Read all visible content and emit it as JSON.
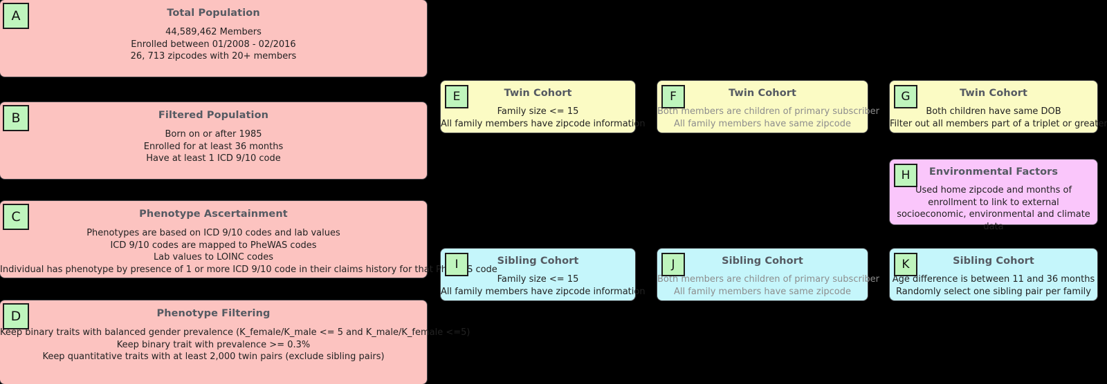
{
  "diagram": {
    "background_color": "#000000",
    "badge_color": "#bff5bd",
    "title_color": "#555a62",
    "muted_text_color": "#8d8d8d"
  },
  "panels": [
    {
      "key": "A",
      "badge": "A",
      "title": "Total Population",
      "color": "#fcc3c0",
      "color_name": "pink",
      "muted": false,
      "lines": [
        "44,589,462 Members",
        "Enrolled between 01/2008 - 02/2016",
        "26, 713 zipcodes with 20+ members"
      ]
    },
    {
      "key": "B",
      "badge": "B",
      "title": "Filtered Population",
      "color": "#fcc3c0",
      "color_name": "pink",
      "muted": false,
      "lines": [
        "Born on or after 1985",
        "Enrolled for at least 36 months",
        "Have at least 1 ICD 9/10 code"
      ]
    },
    {
      "key": "C",
      "badge": "C",
      "title": "Phenotype Ascertainment",
      "color": "#fcc3c0",
      "color_name": "pink",
      "muted": false,
      "lines": [
        "Phenotypes are based on ICD 9/10 codes and lab values",
        "ICD 9/10 codes are mapped to PheWAS codes",
        "Lab values to LOINC codes",
        "Individual has phenotype by presence of 1 or more ICD 9/10 code in their claims history for that PheWAS code"
      ]
    },
    {
      "key": "D",
      "badge": "D",
      "title": "Phenotype Filtering",
      "color": "#fcc3c0",
      "color_name": "pink",
      "muted": false,
      "lines": [
        "Keep binary traits with balanced gender prevalence (K_female/K_male <= 5 and K_male/K_female <=5)",
        "Keep binary trait with prevalence >= 0.3%",
        "Keep quantitative traits with at least 2,000 twin pairs (exclude sibling pairs)"
      ]
    },
    {
      "key": "E",
      "badge": "E",
      "title": "Twin Cohort",
      "color": "#fbfbc4",
      "color_name": "yellow",
      "muted": false,
      "lines": [
        "Family size <= 15",
        "All family members have zipcode information"
      ]
    },
    {
      "key": "F",
      "badge": "F",
      "title": "Twin Cohort",
      "color": "#fbfbc4",
      "color_name": "yellow",
      "muted": true,
      "lines": [
        "Both members are children of primary subscriber",
        "All family members have same zipcode"
      ]
    },
    {
      "key": "G",
      "badge": "G",
      "title": "Twin Cohort",
      "color": "#fbfbc4",
      "color_name": "yellow",
      "muted": false,
      "lines": [
        "Both children have same DOB",
        "Filter out all members part of a triplet or greater"
      ]
    },
    {
      "key": "H",
      "badge": "H",
      "title": "Environmental Factors",
      "color": "#fac6fb",
      "color_name": "violet",
      "muted": false,
      "lines": [
        "Used home zipcode and months of enrollment to link to external socioeconomic, environmental and climate data"
      ]
    },
    {
      "key": "I",
      "badge": "I",
      "title": "Sibling Cohort",
      "color": "#c5f6fb",
      "color_name": "cyan",
      "muted": false,
      "lines": [
        "Family size <= 15",
        "All family members have zipcode information"
      ]
    },
    {
      "key": "J",
      "badge": "J",
      "title": "Sibling Cohort",
      "color": "#c5f6fb",
      "color_name": "cyan",
      "muted": true,
      "lines": [
        "Both members are children of primary subscriber",
        "All family members have same zipcode"
      ]
    },
    {
      "key": "K",
      "badge": "K",
      "title": "Sibling Cohort",
      "color": "#c5f6fb",
      "color_name": "cyan",
      "muted": false,
      "lines": [
        "Age difference is between 11 and 36 months",
        "Randomly select one sibling pair per family"
      ]
    }
  ]
}
